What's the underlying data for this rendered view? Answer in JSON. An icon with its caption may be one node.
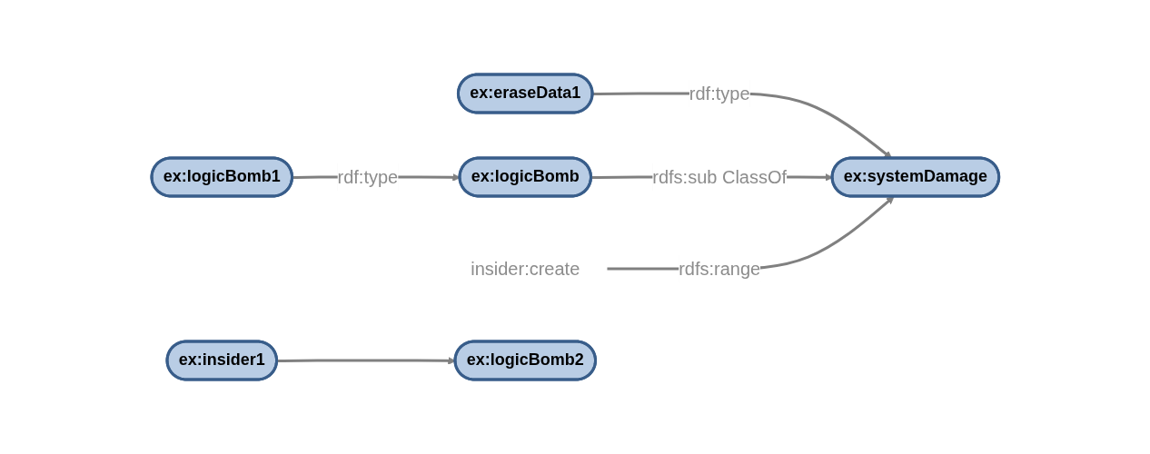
{
  "diagram": {
    "nodes": [
      {
        "text": [
          "ex:eraseData1"
        ]
      },
      {
        "text": [
          "ex:systemDamage"
        ]
      },
      {
        "text": [
          "ex:logicBomb1"
        ]
      },
      {
        "text": [
          "ex:logicBomb"
        ]
      },
      {
        "text": [
          "insider:create"
        ]
      },
      {
        "text": [
          "ex:logicBomb2"
        ]
      },
      {
        "text": [
          "ex:insider1"
        ]
      }
    ],
    "edges": [
      {
        "from": 0,
        "to": 1,
        "arrow": "to",
        "label": "rdf:type"
      },
      {
        "from": 2,
        "to": 3,
        "arrow": "to",
        "label": "rdf:type"
      },
      {
        "from": 3,
        "to": 1,
        "arrow": "to",
        "label": "rdfs:sub ClassOf"
      },
      {
        "from": 4,
        "to": 1,
        "arrow": "to",
        "label": "rdfs:range"
      },
      {
        "from": 6,
        "to": 5,
        "arrow": "to"
      }
    ]
  }
}
